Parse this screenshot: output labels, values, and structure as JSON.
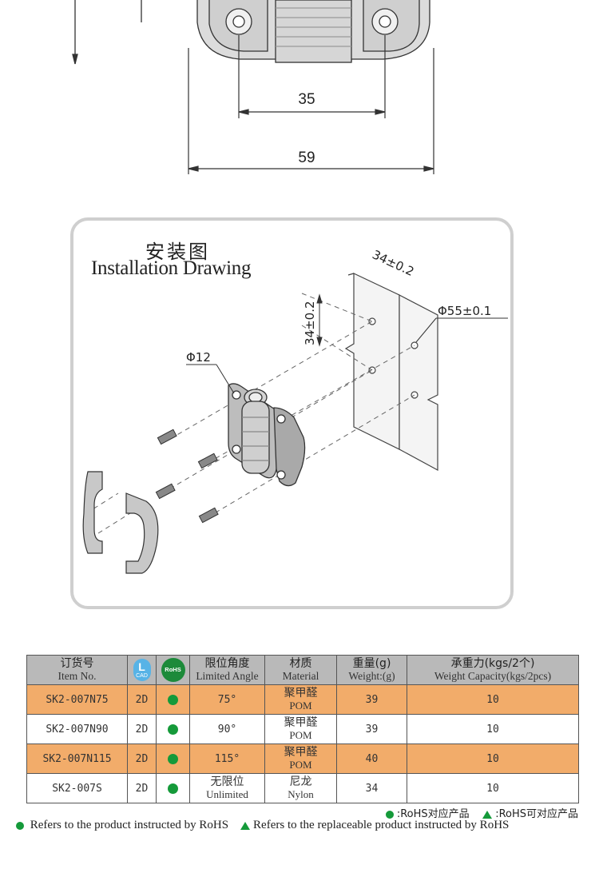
{
  "dimensions": {
    "inner_label": "35",
    "outer_label": "59"
  },
  "installation": {
    "title_cn": "安装图",
    "title_en": "Installation Drawing",
    "hole_dia_label": "Φ12",
    "hole_spacing_h_label": "34±0.2",
    "hole_spacing_v_label": "34±0.2",
    "plate_hole_label": "Φ55±0.1"
  },
  "table": {
    "headers": {
      "item_cn": "订货号",
      "item_en": "Item No.",
      "cad_label": "CAD",
      "rohs_label": "RoHS",
      "angle_cn": "限位角度",
      "angle_en": "Limited Angle",
      "material_cn": "材质",
      "material_en": "Material",
      "weight_cn": "重量(g)",
      "weight_en": "Weight:(g)",
      "capacity_cn": "承重力(kgs/2个)",
      "capacity_en": "Weight Capacity(kgs/2pcs)"
    },
    "rows": [
      {
        "item": "SK2-007N75",
        "cad": "2D",
        "angle": "75°",
        "material_cn": "聚甲醛",
        "material_en": "POM",
        "weight": "39",
        "capacity": "10"
      },
      {
        "item": "SK2-007N90",
        "cad": "2D",
        "angle": "90°",
        "material_cn": "聚甲醛",
        "material_en": "POM",
        "weight": "39",
        "capacity": "10"
      },
      {
        "item": "SK2-007N115",
        "cad": "2D",
        "angle": "115°",
        "material_cn": "聚甲醛",
        "material_en": "POM",
        "weight": "40",
        "capacity": "10"
      },
      {
        "item": "SK2-007S",
        "cad": "2D",
        "angle_cn": "无限位",
        "angle_en": "Unlimited",
        "material_cn": "尼龙",
        "material_en": "Nylon",
        "weight": "34",
        "capacity": "10"
      }
    ]
  },
  "legend": {
    "rohs_cn": ":RoHS对应产品",
    "replace_cn": ":RoHS可对应产品",
    "rohs_en": "Refers to the product instructed by RoHS",
    "replace_en": "Refers to the replaceable product instructed by RoHS"
  },
  "colors": {
    "row_highlight": "#f2ac6a",
    "header_bg": "#b9b9b9",
    "rohs_green": "#159a3a",
    "cad_blue": "#57b3e6"
  }
}
